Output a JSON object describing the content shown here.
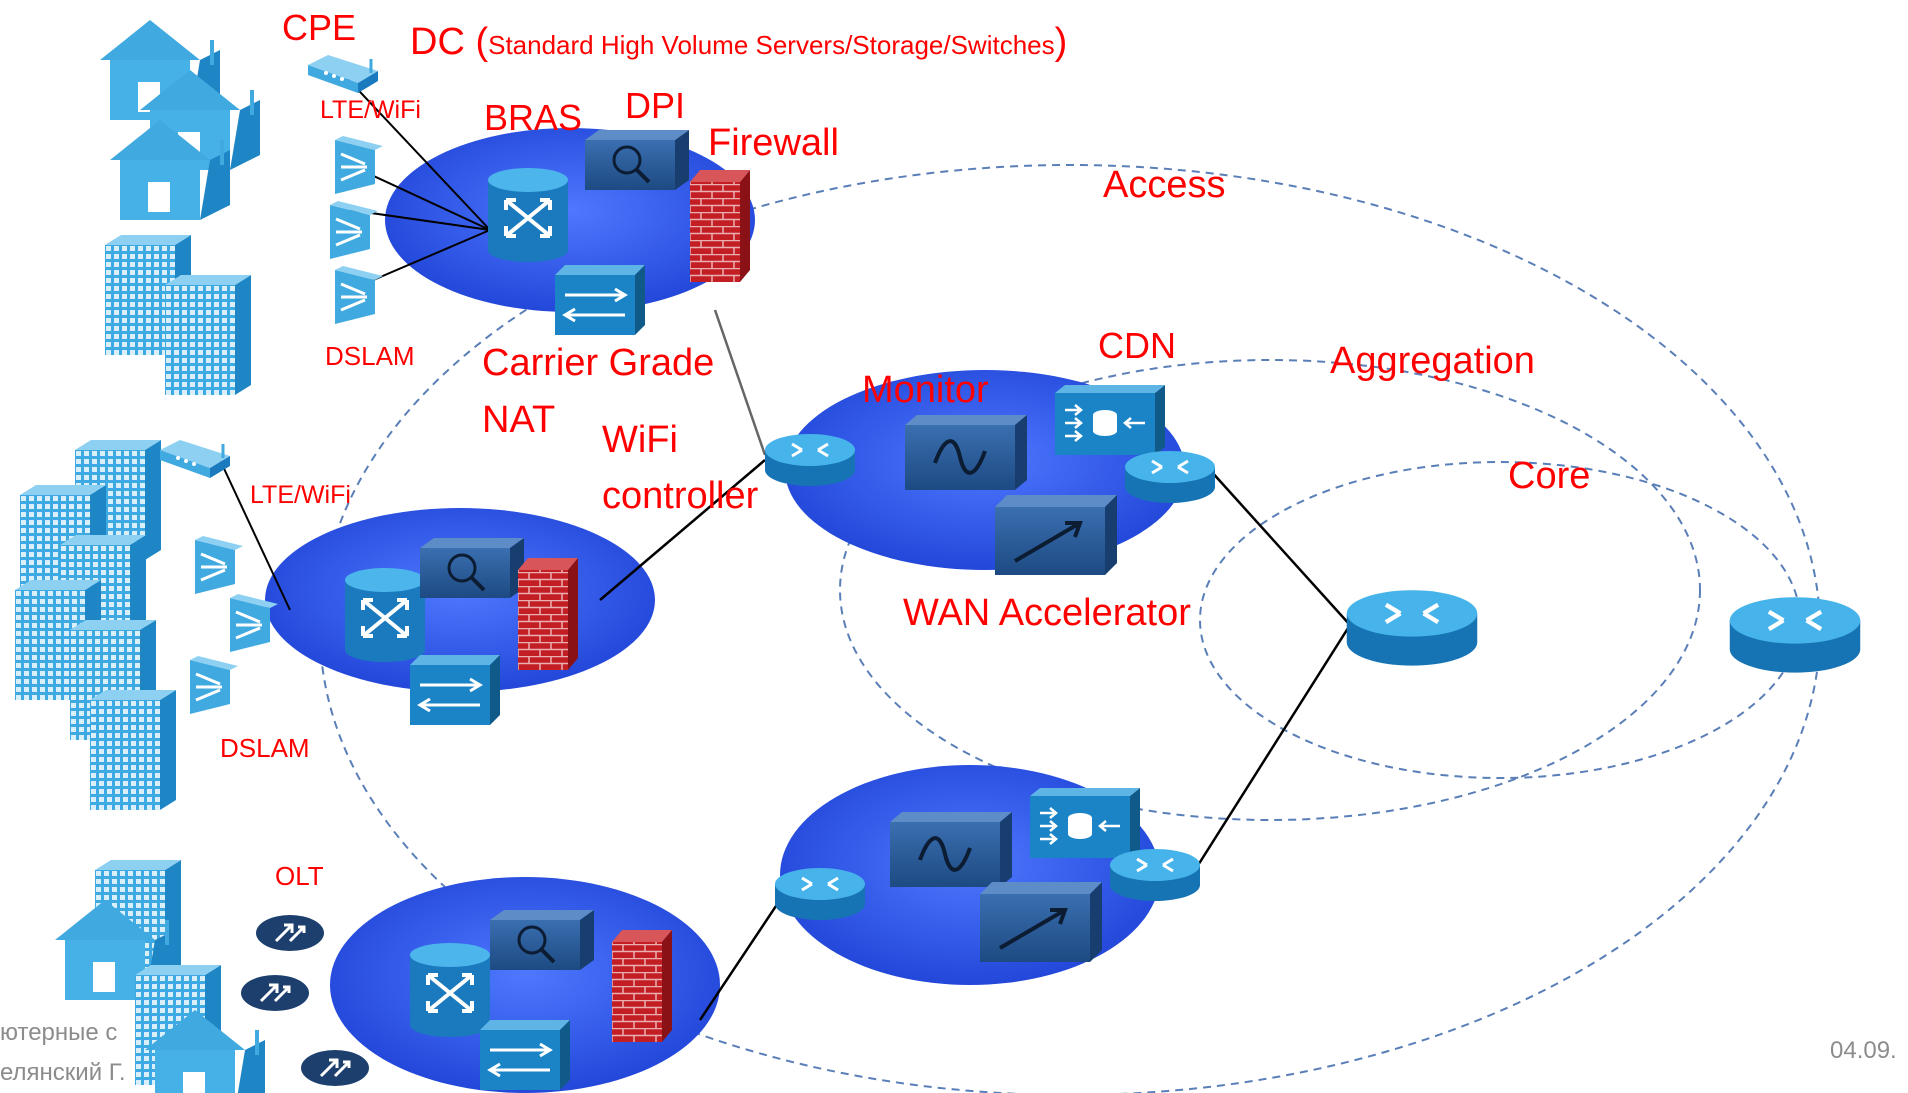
{
  "labels": {
    "cpe": "CPE",
    "dc_prefix": "DC (",
    "dc_detail": "Standard High Volume Servers/Storage/Switches",
    "dc_suffix": ")",
    "lte_wifi_top": "LTE/WiFi",
    "bras": "BRAS",
    "dpi": "DPI",
    "firewall": "Firewall",
    "access": "Access",
    "dslam_top": "DSLAM",
    "carrier_grade": "Carrier Grade",
    "nat": "NAT",
    "wifi": "WiFi",
    "controller": "controller",
    "monitor": "Monitor",
    "cdn": "CDN",
    "aggregation": "Aggregation",
    "core": "Core",
    "lte_wifi_mid": "LTE/WiFi",
    "wan_accelerator": "WAN Accelerator",
    "dslam_mid": "DSLAM",
    "olt": "OLT"
  },
  "footer": {
    "left_line1": "ютерные с",
    "left_line2": "елянский Г.",
    "date": "04.09."
  },
  "colors": {
    "label_red": "#ff0000",
    "cloud_blue": "#2f56e6",
    "dashed_blue": "#5a7fb8",
    "router_blue": "#2190cc",
    "firewall_red": "#c0262b",
    "building_blue": "#3fa9e0"
  }
}
